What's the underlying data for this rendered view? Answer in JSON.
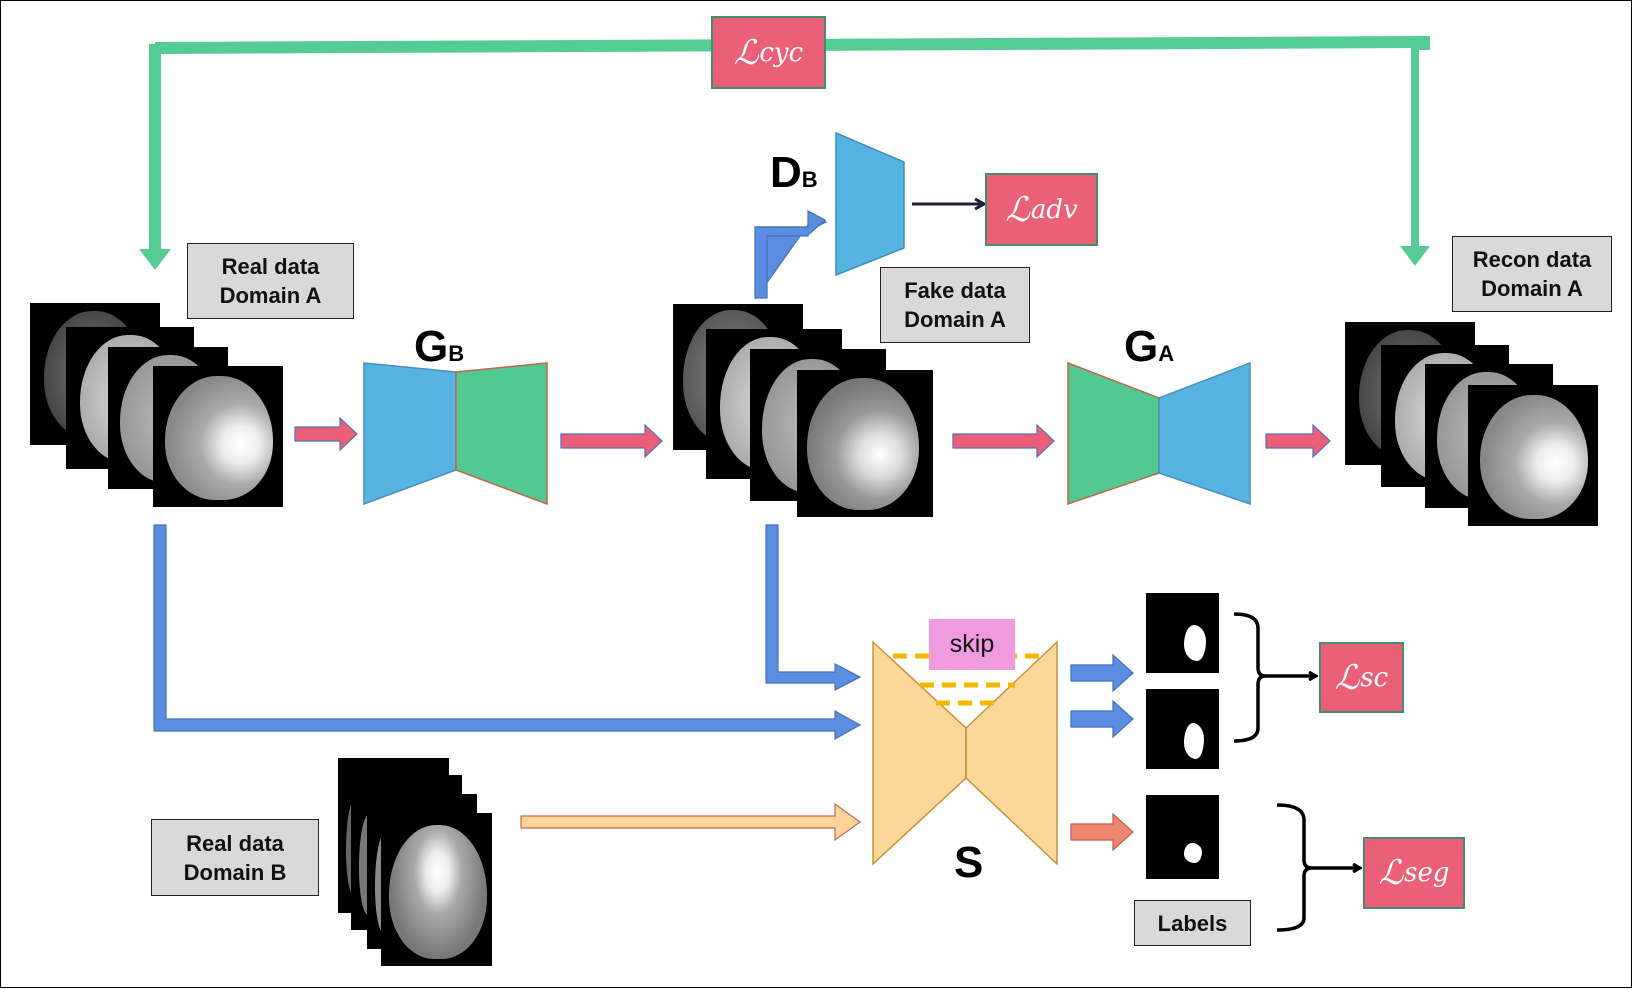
{
  "diagram": {
    "title": "CycleGAN-based cross-domain brain tumor segmentation pipeline",
    "labels": {
      "real_a": "Real data\nDomain A",
      "fake_a": "Fake data\nDomain A",
      "recon_a": "Recon data\nDomain A",
      "real_b": "Real data\nDomain B",
      "labels": "Labels"
    },
    "networks": {
      "generator_b": {
        "main": "G",
        "sub": "B"
      },
      "generator_a": {
        "main": "G",
        "sub": "A"
      },
      "discriminator_b": {
        "main": "D",
        "sub": "B"
      },
      "segmenter": {
        "main": "S"
      }
    },
    "skip_label": "skip",
    "losses": {
      "cyc": {
        "symbol": "ℒ",
        "sub": "cyc"
      },
      "adv": {
        "symbol": "ℒ",
        "sub": "adv"
      },
      "sc": {
        "symbol": "ℒ",
        "sub": "sc"
      },
      "seg": {
        "symbol": "ℒ",
        "sub": "seg"
      }
    },
    "colors": {
      "cycle_arrow": "#55cc94",
      "forward_arrow": "#ea5f76",
      "blue_arrow": "#5b8ee0",
      "orange_arrow": "#fcd49a",
      "salmon_arrow": "#ef8670",
      "encoder_blue": "#56b4e3",
      "decoder_green": "#52c990",
      "segmenter_fill": "#fdd69a",
      "skip_dash": "#f5b800",
      "loss_fill": "#eb6077",
      "label_fill": "#d9d9d9"
    },
    "edges": [
      {
        "from": "Recon data Domain A",
        "to": "Real data Domain A",
        "via": "Lcyc",
        "kind": "cycle"
      },
      {
        "from": "Real data Domain A",
        "to": "G_B",
        "kind": "forward"
      },
      {
        "from": "G_B",
        "to": "Fake data Domain A",
        "kind": "forward"
      },
      {
        "from": "Fake data Domain A",
        "to": "D_B",
        "kind": "blue"
      },
      {
        "from": "D_B",
        "to": "Ladv",
        "kind": "black"
      },
      {
        "from": "Fake data Domain A",
        "to": "G_A",
        "kind": "forward"
      },
      {
        "from": "G_A",
        "to": "Recon data Domain A",
        "kind": "forward"
      },
      {
        "from": "Fake data Domain A",
        "to": "S",
        "kind": "blue"
      },
      {
        "from": "Real data Domain A",
        "to": "S",
        "kind": "blue"
      },
      {
        "from": "Real data Domain B",
        "to": "S",
        "kind": "orange"
      },
      {
        "from": "S",
        "to": "mask outputs",
        "kind": "blue"
      },
      {
        "from": "S",
        "to": "label prediction",
        "kind": "salmon"
      },
      {
        "from": "mask outputs",
        "to": "Lsc",
        "kind": "brace"
      },
      {
        "from": "Labels",
        "to": "Lseg",
        "kind": "brace"
      }
    ]
  }
}
